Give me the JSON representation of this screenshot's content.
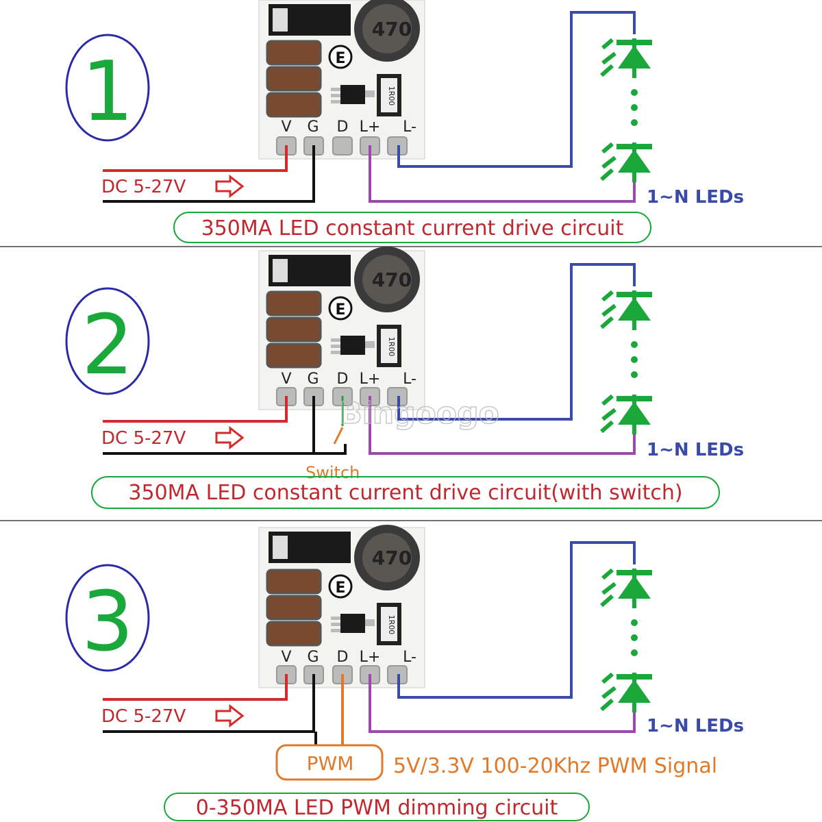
{
  "brand_watermark": "Bingoogo",
  "pin_labels": [
    "V",
    "G",
    "D",
    "L+",
    "L-"
  ],
  "component_marks": {
    "inductor": "470",
    "resistor": "1R00",
    "logo": "E"
  },
  "colors": {
    "circle": "#2a2aa8",
    "number": "#1aa83a",
    "supply": "#d42a2a",
    "ground": "#111111",
    "led_wire": "#3a4aa8",
    "lplus_wire": "#9a4aaa",
    "caption_border": "#1aa83a",
    "caption_text": "#c0282e",
    "led": "#1aa83a",
    "led_label": "#3a4aa8",
    "pwm": "#e07a2a",
    "board": "#f3f3ef"
  },
  "sections": [
    {
      "number": "1",
      "supply_label": "DC 5-27V",
      "led_label": "1~N LEDs",
      "caption": "350MA LED constant current drive circuit"
    },
    {
      "number": "2",
      "supply_label": "DC 5-27V",
      "led_label": "1~N LEDs",
      "switch_label": "Switch",
      "caption": "350MA LED constant current drive circuit(with switch)"
    },
    {
      "number": "3",
      "supply_label": "DC 5-27V",
      "led_label": "1~N LEDs",
      "pwm_box_label": "PWM",
      "pwm_signal": "5V/3.3V 100-20Khz PWM Signal",
      "caption": "0-350MA LED PWM dimming circuit"
    }
  ]
}
